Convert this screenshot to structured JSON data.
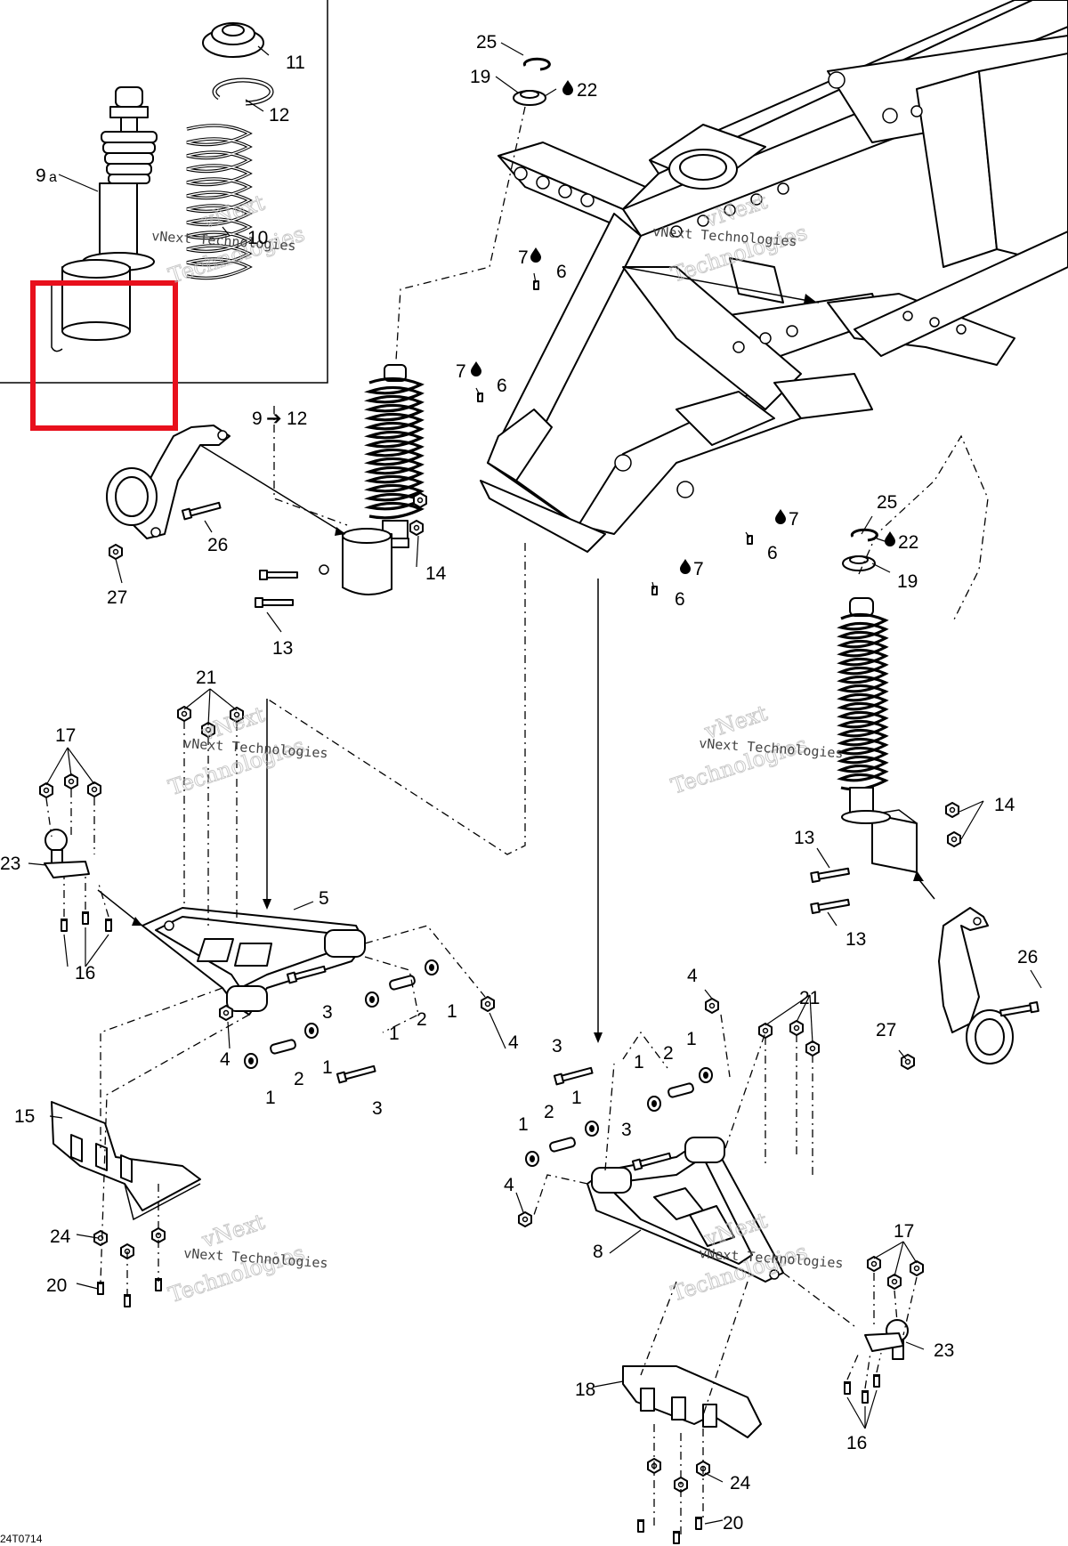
{
  "diagram_code": "24T0714",
  "watermark": {
    "brand": "vNext",
    "company": "Technologies",
    "full": "vNext Technologies"
  },
  "colors": {
    "line": "#000000",
    "highlight": "#e8101c",
    "watermark": "#b8b8b8"
  },
  "drop_icon": "oil-drop-icon",
  "callouts": {
    "n1": "1",
    "n2": "2",
    "n3": "3",
    "n4": "4",
    "n5": "5",
    "n6": "6",
    "n7": "7",
    "n8": "8",
    "n9a": "9",
    "n9a_sub": "a",
    "n10": "10",
    "n11": "11",
    "n12": "12",
    "n9to12_from": "9",
    "n9to12_to": "12",
    "n13": "13",
    "n14": "14",
    "n15": "15",
    "n16": "16",
    "n17": "17",
    "n18": "18",
    "n19": "19",
    "n20": "20",
    "n21": "21",
    "n22": "22",
    "n23": "23",
    "n24": "24",
    "n25": "25",
    "n26": "26",
    "n27": "27"
  }
}
